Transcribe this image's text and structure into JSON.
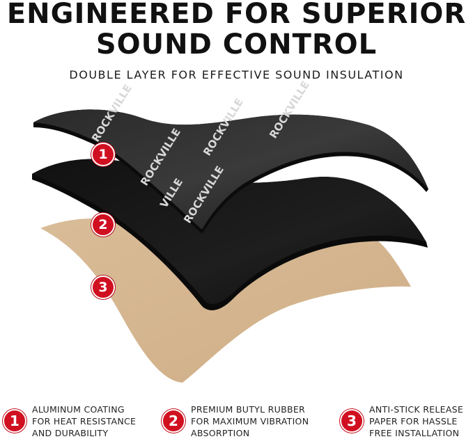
{
  "header": {
    "title_line1": "ENGINEERED FOR SUPERIOR",
    "title_line2": "SOUND CONTROL",
    "subtitle": "DOUBLE LAYER FOR EFFECTIVE SOUND INSULATION"
  },
  "illustration": {
    "brand_text": "ROCKVILLE",
    "brand_partial": "VILLE",
    "layer_markers": [
      "1",
      "2",
      "3"
    ],
    "colors": {
      "top_layer": "#1e1e1e",
      "middle_layer": "#141414",
      "bottom_layer": "#d8b892",
      "marker": "#d01020"
    }
  },
  "features": [
    {
      "number": "1",
      "lines": [
        "ALUMINUM COATING",
        "FOR HEAT RESISTANCE",
        "AND DURABILITY"
      ]
    },
    {
      "number": "2",
      "lines": [
        "PREMIUM BUTYL RUBBER",
        "FOR MAXIMUM VIBRATION",
        "ABSORPTION"
      ]
    },
    {
      "number": "3",
      "lines": [
        "ANTI-STICK RELEASE",
        "PAPER FOR HASSLE",
        "FREE INSTALLATION"
      ]
    }
  ]
}
